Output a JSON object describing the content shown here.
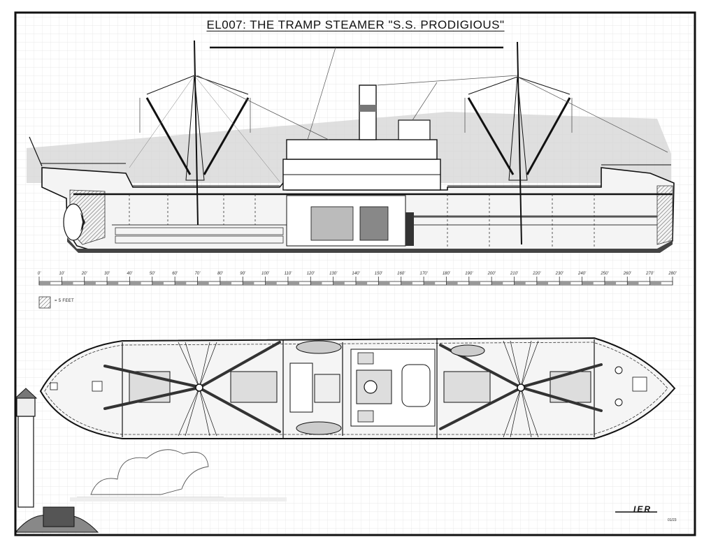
{
  "title": "EL007: THE TRAMP STEAMER \"S.S. PRODIGIOUS\"",
  "scale": {
    "ticks": [
      "0'",
      "10'",
      "20'",
      "30'",
      "40'",
      "50'",
      "60'",
      "70'",
      "80'",
      "90'",
      "100'",
      "110'",
      "120'",
      "130'",
      "140'",
      "150'",
      "160'",
      "170'",
      "180'",
      "190'",
      "200'",
      "210'",
      "220'",
      "230'",
      "240'",
      "250'",
      "260'",
      "270'",
      "280'"
    ],
    "key_label": "= 5 FEET"
  },
  "signature": {
    "initials": "IER",
    "date": "01/23"
  },
  "colors": {
    "ink": "#1a1a1a",
    "grid": "#e3e3e3",
    "shade": "#c8c8c8",
    "hull_fill": "#f2f2f2",
    "dark": "#555555"
  }
}
